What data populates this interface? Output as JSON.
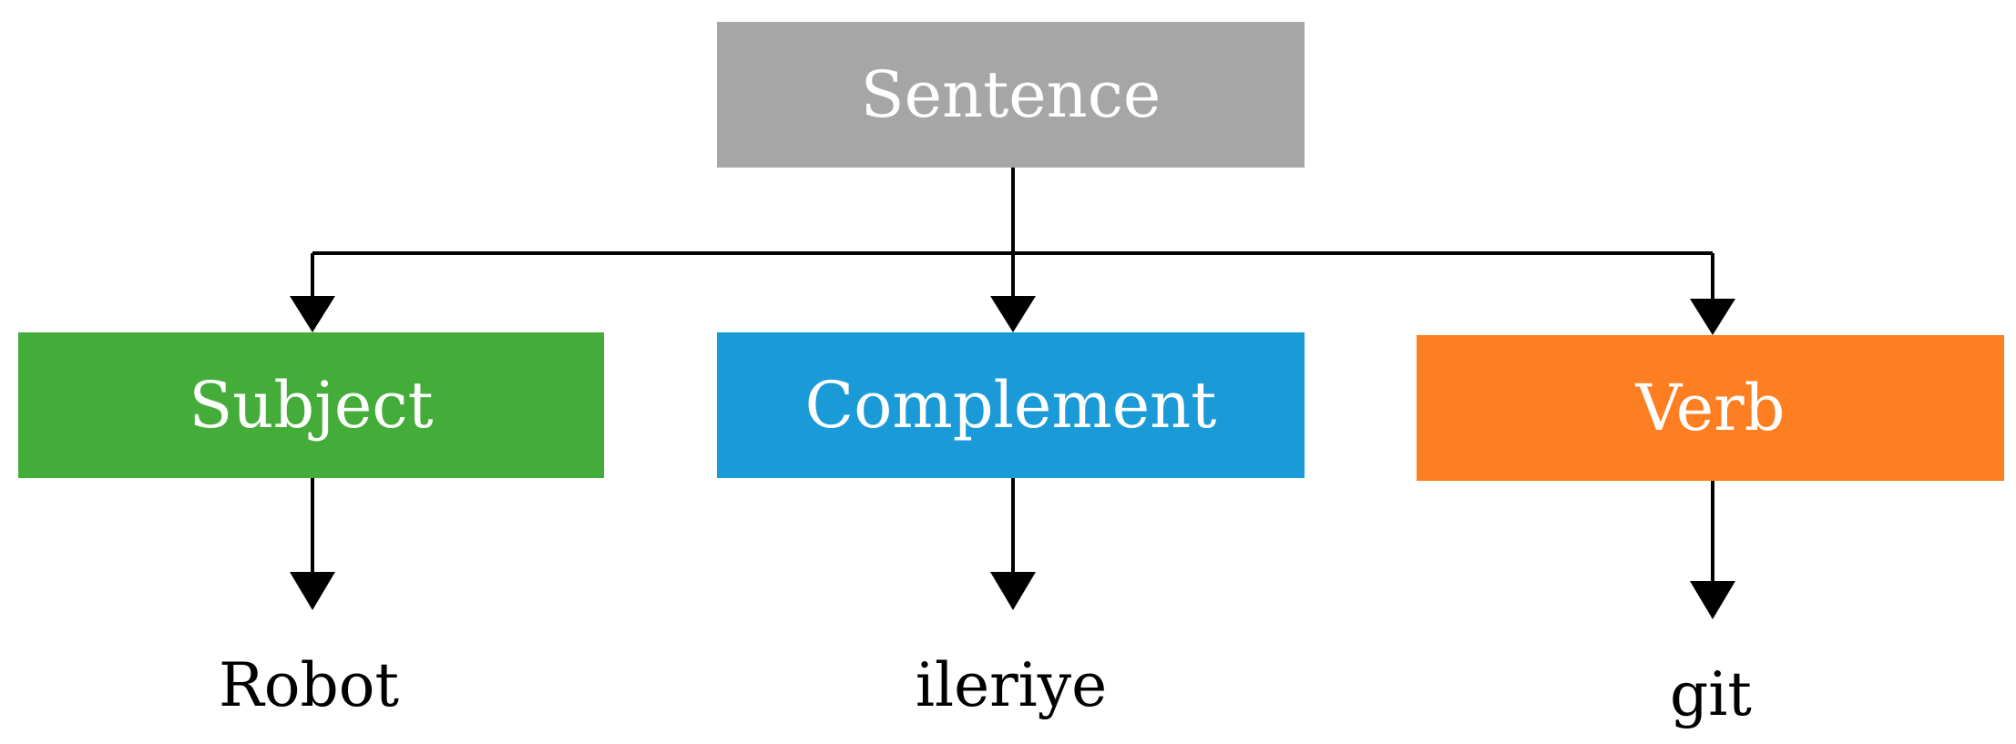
{
  "diagram": {
    "root": {
      "label": "Sentence",
      "color": "#a6a6a6"
    },
    "children": [
      {
        "label": "Subject",
        "color": "#44ad3a",
        "leaf": "Robot"
      },
      {
        "label": "Complement",
        "color": "#1a9bd7",
        "leaf": "ileriye"
      },
      {
        "label": "Verb",
        "color": "#fe7f22",
        "leaf": "git"
      }
    ],
    "connector_color": "#000000"
  }
}
